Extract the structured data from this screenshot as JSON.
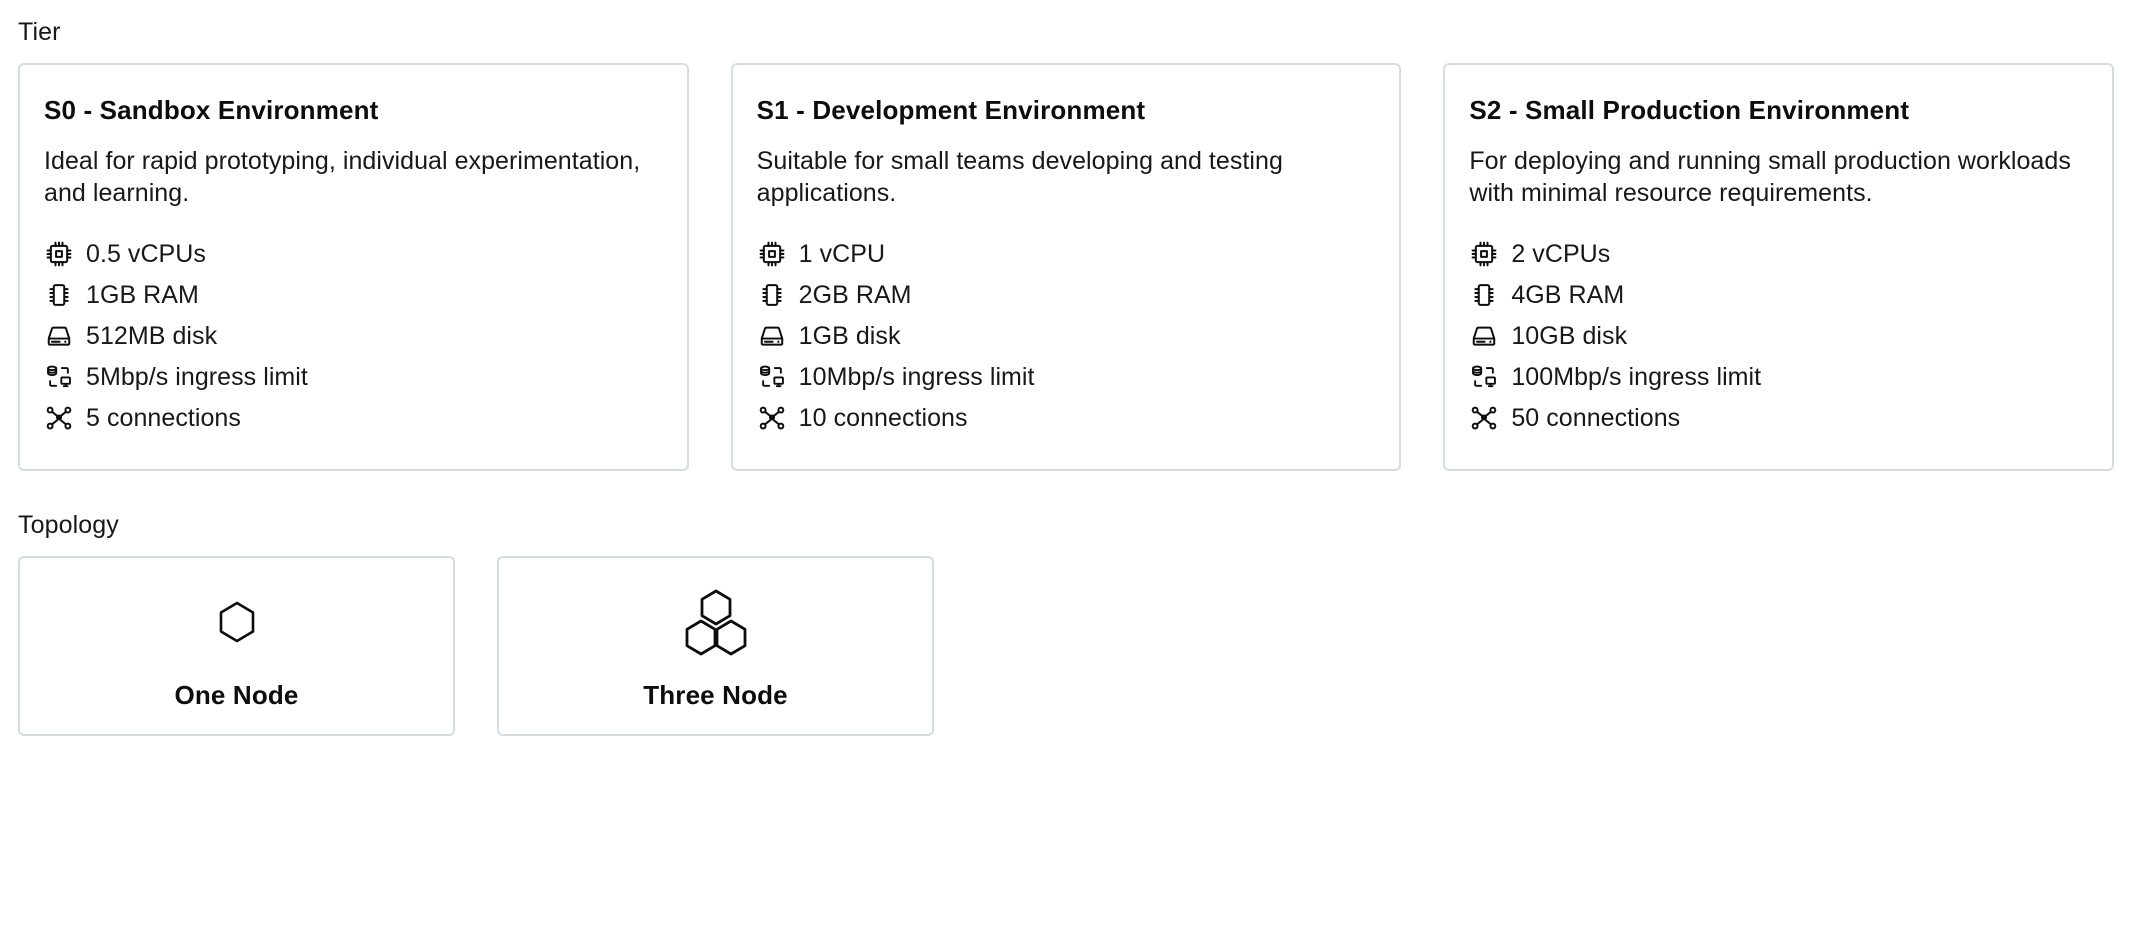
{
  "sections": {
    "tier": {
      "label": "Tier"
    },
    "topology": {
      "label": "Topology"
    }
  },
  "colors": {
    "card_border": "#d6dde2",
    "text": "#16181a",
    "heading": "#0b0d0e",
    "background": "#ffffff"
  },
  "tiers": [
    {
      "title": "S0 - Sandbox Environment",
      "description": "Ideal for rapid prototyping, individual experimentation, and learning.",
      "specs": [
        {
          "icon": "cpu-icon",
          "text": "0.5 vCPUs"
        },
        {
          "icon": "memory-icon",
          "text": "1GB RAM"
        },
        {
          "icon": "disk-icon",
          "text": "512MB disk"
        },
        {
          "icon": "transfer-icon",
          "text": "5Mbp/s ingress limit"
        },
        {
          "icon": "network-icon",
          "text": "5 connections"
        }
      ]
    },
    {
      "title": "S1 - Development Environment",
      "description": "Suitable for small teams developing and testing applications.",
      "specs": [
        {
          "icon": "cpu-icon",
          "text": "1 vCPU"
        },
        {
          "icon": "memory-icon",
          "text": "2GB RAM"
        },
        {
          "icon": "disk-icon",
          "text": "1GB disk"
        },
        {
          "icon": "transfer-icon",
          "text": "10Mbp/s ingress limit"
        },
        {
          "icon": "network-icon",
          "text": "10 connections"
        }
      ]
    },
    {
      "title": "S2 - Small Production Environment",
      "description": "For deploying and running small production workloads with minimal resource requirements.",
      "specs": [
        {
          "icon": "cpu-icon",
          "text": "2 vCPUs"
        },
        {
          "icon": "memory-icon",
          "text": "4GB RAM"
        },
        {
          "icon": "disk-icon",
          "text": "10GB disk"
        },
        {
          "icon": "transfer-icon",
          "text": "100Mbp/s ingress limit"
        },
        {
          "icon": "network-icon",
          "text": "50 connections"
        }
      ]
    }
  ],
  "topologies": [
    {
      "label": "One Node",
      "icon": "single-hexagon-icon"
    },
    {
      "label": "Three Node",
      "icon": "triple-hexagon-icon"
    }
  ]
}
